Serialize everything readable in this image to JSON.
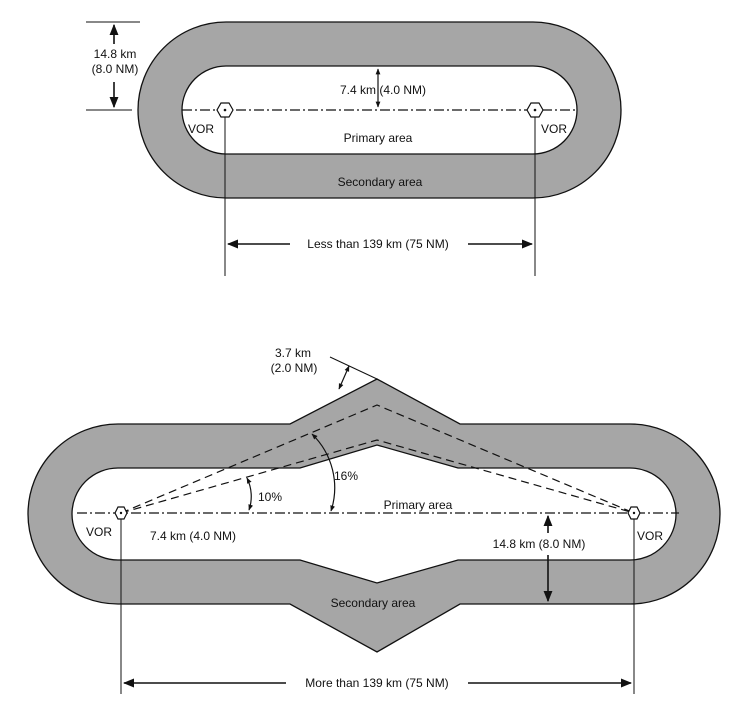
{
  "colors": {
    "secondary_area_fill": "#a6a6a6",
    "primary_area_fill": "#ffffff",
    "line": "#111111"
  },
  "top_diagram": {
    "width_label_line1": "14.8 km",
    "width_label_line2": "(8.0 NM)",
    "half_width_label": "7.4 km (4.0 NM)",
    "left_station_label": "VOR",
    "right_station_label": "VOR",
    "primary_area_label": "Primary area",
    "secondary_area_label": "Secondary area",
    "distance_label": "Less than 139 km (75 NM)"
  },
  "bottom_diagram": {
    "offset_label_line1": "3.7 km",
    "offset_label_line2": "(2.0 NM)",
    "gradient_outer_label": "16%",
    "gradient_inner_label": "10%",
    "primary_area_label": "Primary area",
    "left_station_label": "VOR",
    "right_station_label": "VOR",
    "half_width_label": "7.4 km (4.0 NM)",
    "width_label": "14.8 km (8.0 NM)",
    "secondary_area_label": "Secondary area",
    "distance_label": "More than 139 km (75 NM)"
  },
  "icons": {
    "station": "hexagon-station-icon"
  }
}
